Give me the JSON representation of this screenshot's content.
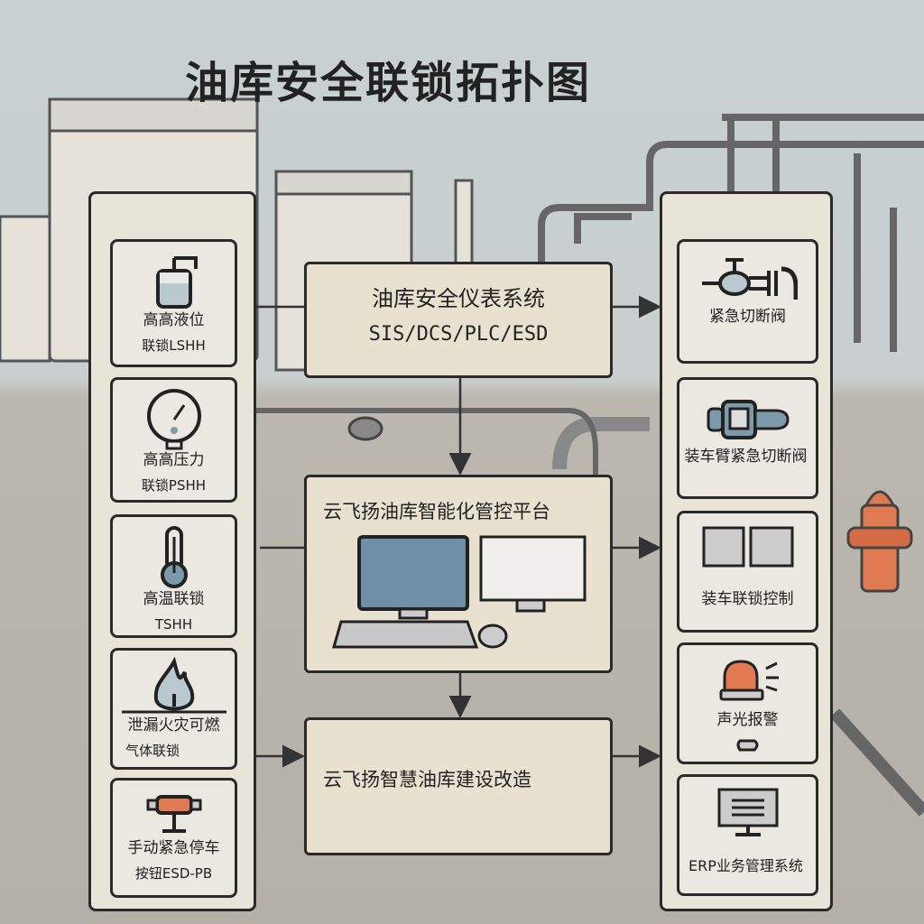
{
  "title": "油库安全联锁拓扑图",
  "left_items": [
    {
      "line1": "高高液位",
      "line2": "联锁LSHH",
      "icon": "tank-level-icon"
    },
    {
      "line1": "高高压力",
      "line2": "联锁PSHH",
      "icon": "pressure-gauge-icon"
    },
    {
      "line1": "高温联锁",
      "line2": "TSHH",
      "icon": "thermometer-icon"
    },
    {
      "line1": "泄漏火灾可燃",
      "line2": "气体联锁",
      "icon": "flame-icon"
    },
    {
      "line1": "手动紧急停车",
      "line2": "按钮ESD-PB",
      "icon": "emergency-button-icon"
    }
  ],
  "center": {
    "sis_title": "油库安全仪表系统",
    "sis_sub": "SIS/DCS/PLC/ESD",
    "platform": "云飞扬油库智能化管控平台",
    "upgrade": "云飞扬智慧油库建设改造"
  },
  "right_items": [
    {
      "label": "紧急切断阀",
      "icon": "shutoff-valve-icon"
    },
    {
      "label": "装车臂紧急切断阀",
      "icon": "loading-arm-valve-icon"
    },
    {
      "label": "装车联锁控制",
      "icon": "control-panel-icon"
    },
    {
      "label": "声光报警",
      "icon": "alarm-light-icon"
    },
    {
      "label": "ERP业务管理系统",
      "icon": "monitor-icon"
    }
  ],
  "colors": {
    "accent": "#e07a52",
    "steel": "#7d9aaa",
    "panel": "#e9e4d8"
  }
}
